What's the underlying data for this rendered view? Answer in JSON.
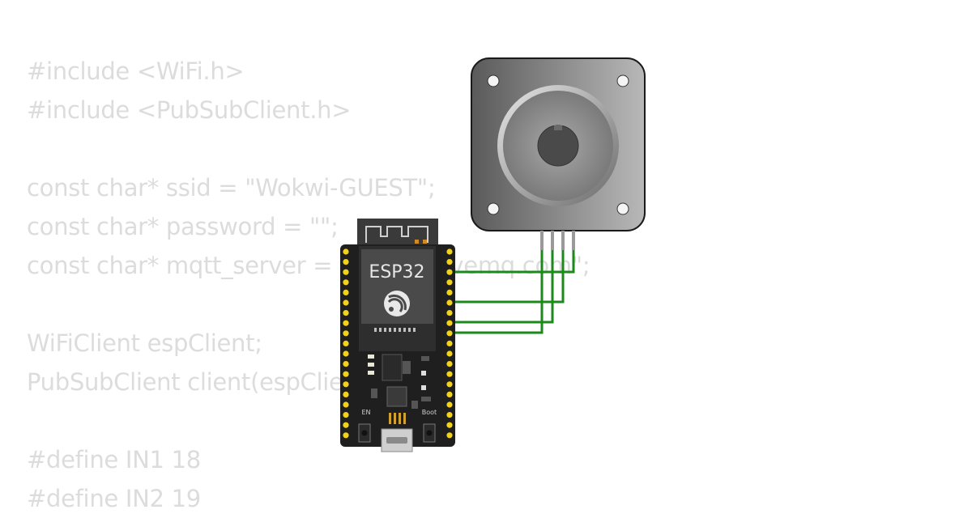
{
  "code_lines": [
    "#include <WiFi.h>",
    "#include <PubSubClient.h>",
    "",
    "const char* ssid = \"Wokwi-GUEST\";",
    "const char* password = \"\";",
    "const char* mqtt_server = \"broker.hivemq.com\";",
    "",
    "WiFiClient espClient;",
    "PubSubClient client(espClient);",
    "",
    "#define IN1 18",
    "#define IN2 19"
  ],
  "board": {
    "module_label": "ESP32",
    "button_left_label": "EN",
    "button_right_label": "Boot"
  },
  "colors": {
    "code_text": "#dcdcdc",
    "wire": "#1b8a1b",
    "board": "#1f1f1f",
    "module": "#4a4a4a",
    "pin": "#f2d21b"
  }
}
